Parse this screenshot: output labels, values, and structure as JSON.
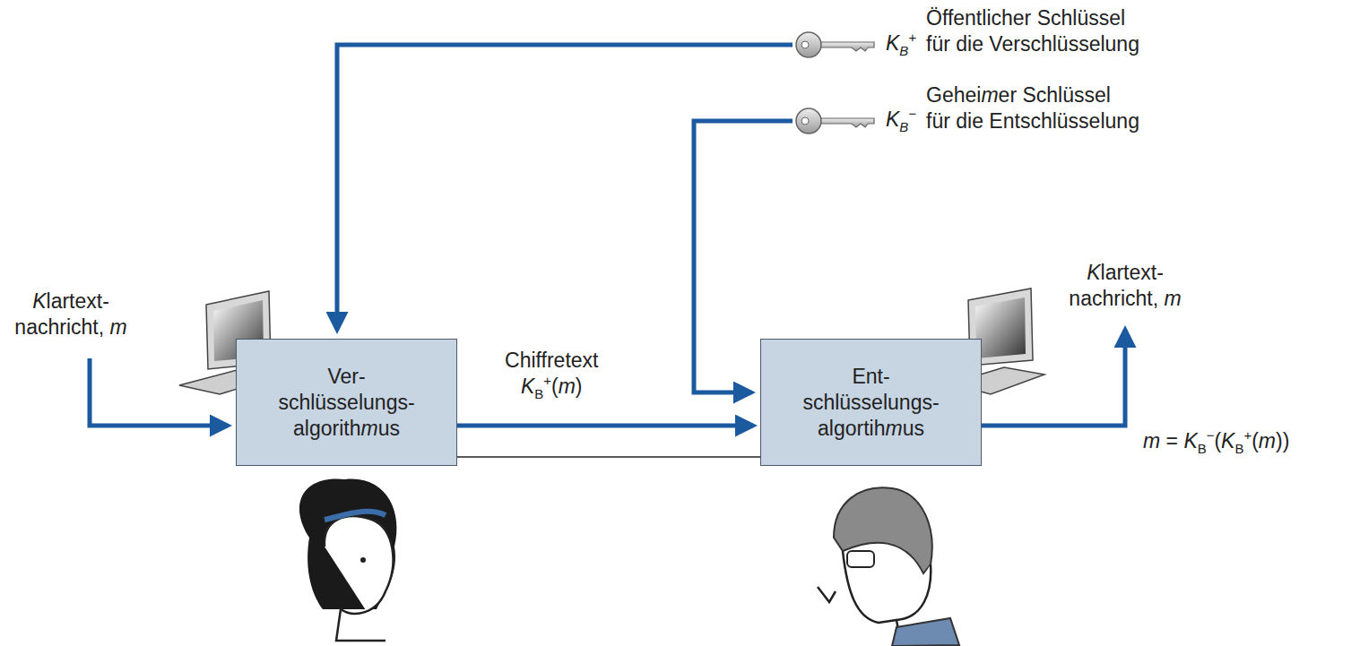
{
  "diagram": {
    "nodes": [
      {
        "text": [
          "Ver- schlüsselungs- algorithmus"
        ]
      },
      {
        "text": [
          "Ent- schlüsselungs- algortihmus"
        ]
      }
    ],
    "edges": [
      {
        "from": 0,
        "to": 1,
        "arrow": "to",
        "label": "Chiffretext KB+(m)"
      },
      {
        "from": 0,
        "to": 1,
        "arrow": "none"
      }
    ],
    "labels": [
      "KB+",
      "Öffentlicher Schlüssel für die Verschlüsselung",
      "KB−",
      "Geheimer Schlüssel für die Entschlüsselung",
      "Klartext- nachricht, m",
      "Klartext- nachricht, m",
      "m = KB−(KB+(m))"
    ]
  }
}
